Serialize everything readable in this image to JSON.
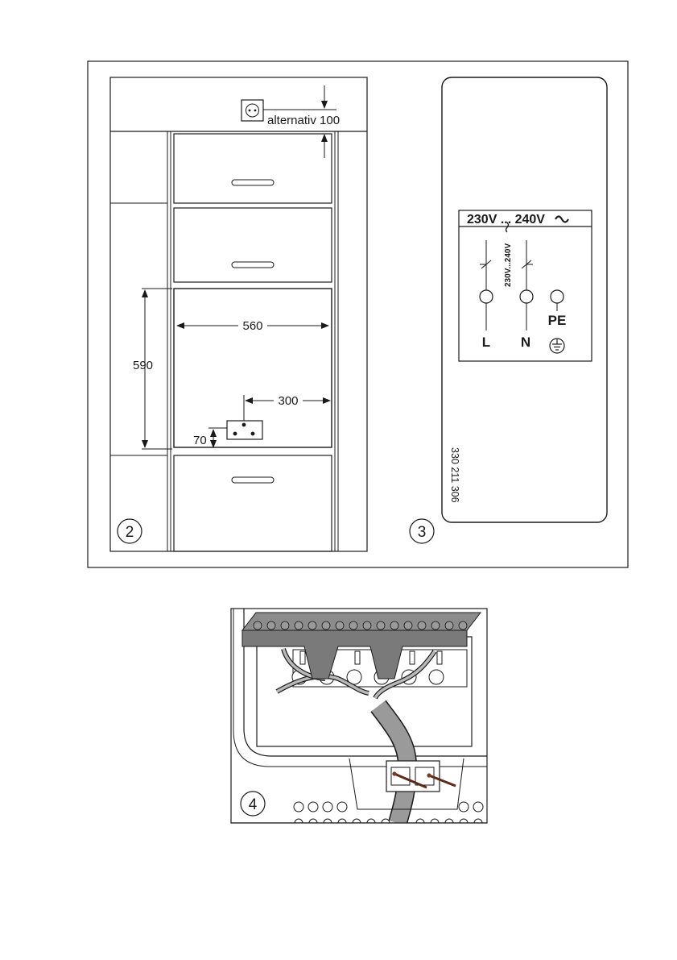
{
  "figure2": {
    "number": "2",
    "socket_alt_label": "alternativ 100",
    "dim_width": "560",
    "dim_height": "590",
    "dim_socket_side": "300",
    "dim_socket_bottom": "70"
  },
  "figure3": {
    "number": "3",
    "voltage_header": "230V ... 240V",
    "voltage_small": "230V...240V",
    "terminal_L": "L",
    "terminal_N": "N",
    "terminal_PE": "PE",
    "part_number": "330 211 306"
  },
  "figure4": {
    "number": "4"
  }
}
